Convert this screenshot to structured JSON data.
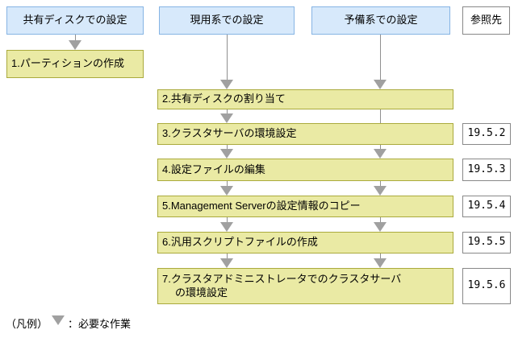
{
  "diagram": {
    "headers": {
      "shared_disk": "共有ディスクでの設定",
      "active_system": "現用系での設定",
      "standby_system": "予備系での設定",
      "reference": "参照先"
    },
    "steps": [
      {
        "label": "1.パーティションの作成"
      },
      {
        "label": "2.共有ディスクの割り当て"
      },
      {
        "label": "3.クラスタサーバの環境設定",
        "ref": "19.5.2"
      },
      {
        "label": "4.設定ファイルの編集",
        "ref": "19.5.3"
      },
      {
        "label": "5.Management Serverの設定情報のコピー",
        "ref": "19.5.4"
      },
      {
        "label": "6.汎用スクリプトファイルの作成",
        "ref": "19.5.5"
      },
      {
        "label": "7.クラスタアドミニストレータでのクラスタサーバ",
        "label_line2": "の環境設定",
        "ref": "19.5.6"
      }
    ],
    "legend": {
      "prefix": "（凡例）",
      "arrow_meaning": "：必要な作業"
    },
    "icons": {
      "required_task_arrow": "down-triangle"
    },
    "colors": {
      "header_fill": "#d7e9fb",
      "header_border": "#86b4e4",
      "step_fill": "#eaeaa4",
      "step_border": "#aaaa3c",
      "reference_border": "#888888",
      "arrow_gray": "#a0a0a0",
      "line_gray": "#909090",
      "text": "#000000"
    }
  }
}
